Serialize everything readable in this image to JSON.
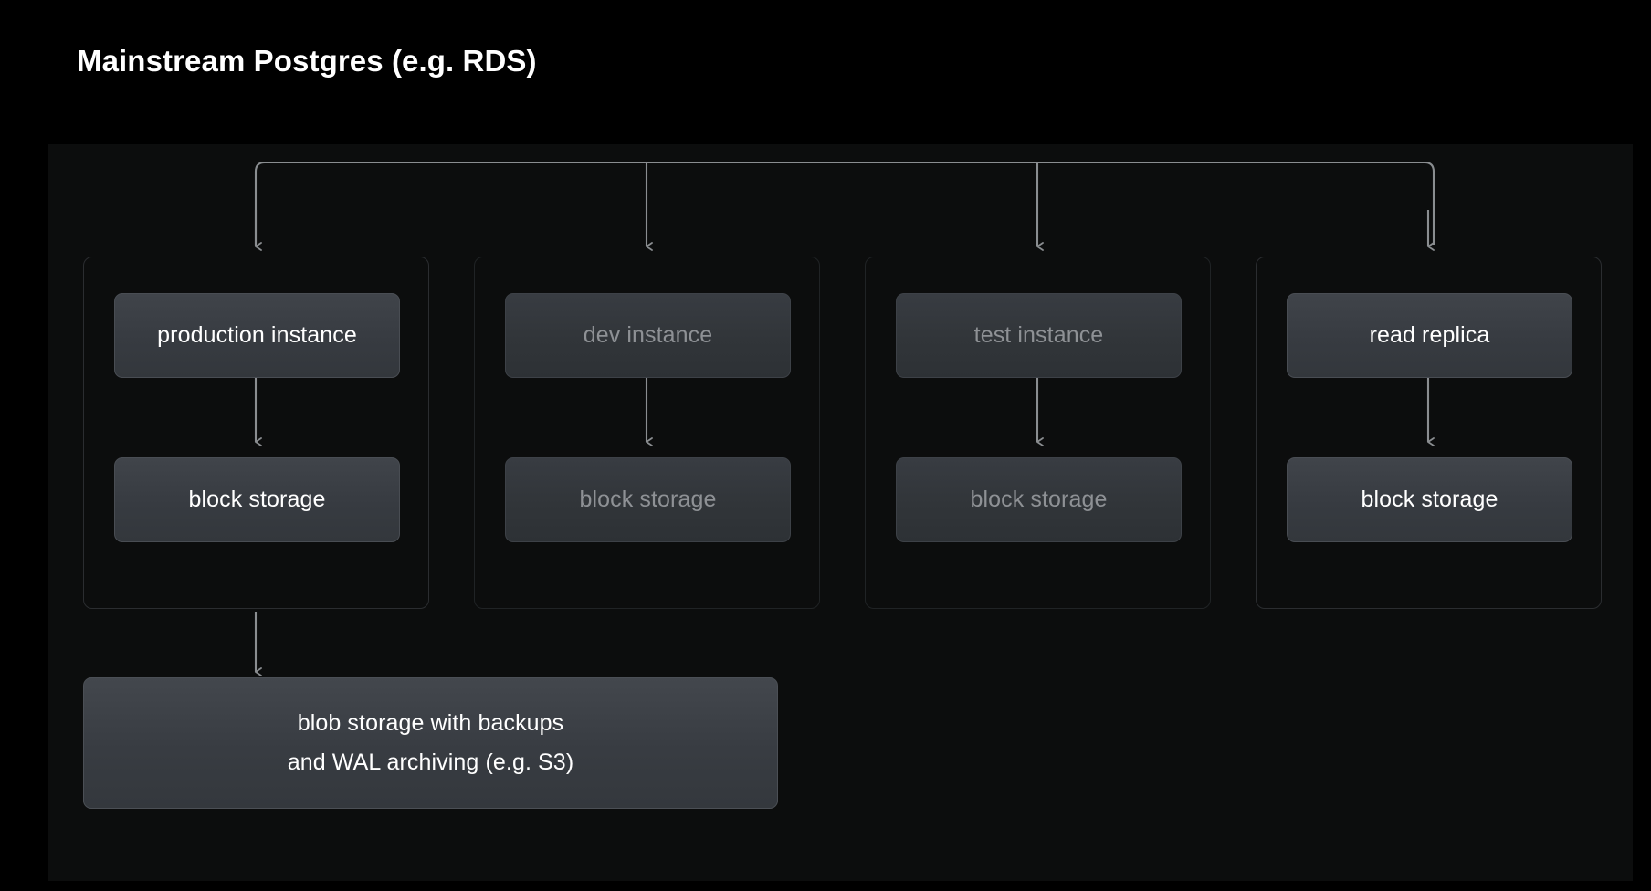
{
  "title": "Mainstream Postgres (e.g. RDS)",
  "colors": {
    "page_background": "#000000",
    "panel_background": "#0c0d0d",
    "group_border": "#2b2d30",
    "group_border_dim": "#202325",
    "node_fill": "#3a3e44",
    "node_border": "#494d53",
    "text_active": "#ffffff",
    "text_dim": "#8e9195",
    "connector_line": "#8a8d90"
  },
  "groups": [
    {
      "id": "production",
      "state": "active",
      "instance_label": "production instance",
      "storage_label": "block storage"
    },
    {
      "id": "dev",
      "state": "dim",
      "instance_label": "dev instance",
      "storage_label": "block storage"
    },
    {
      "id": "test",
      "state": "dim",
      "instance_label": "test instance",
      "storage_label": "block storage"
    },
    {
      "id": "read-replica",
      "state": "active",
      "instance_label": "read replica",
      "storage_label": "block storage"
    }
  ],
  "blob_storage": {
    "line1": "blob storage with backups",
    "line2": "and WAL archiving (e.g. S3)"
  },
  "connectors": {
    "bus_description": "horizontal bus across top feeding four downward arrows",
    "instance_storage_arrow": "double-headed vertical arrow",
    "backup_arrow": "downward arrow from production group to blob storage"
  }
}
